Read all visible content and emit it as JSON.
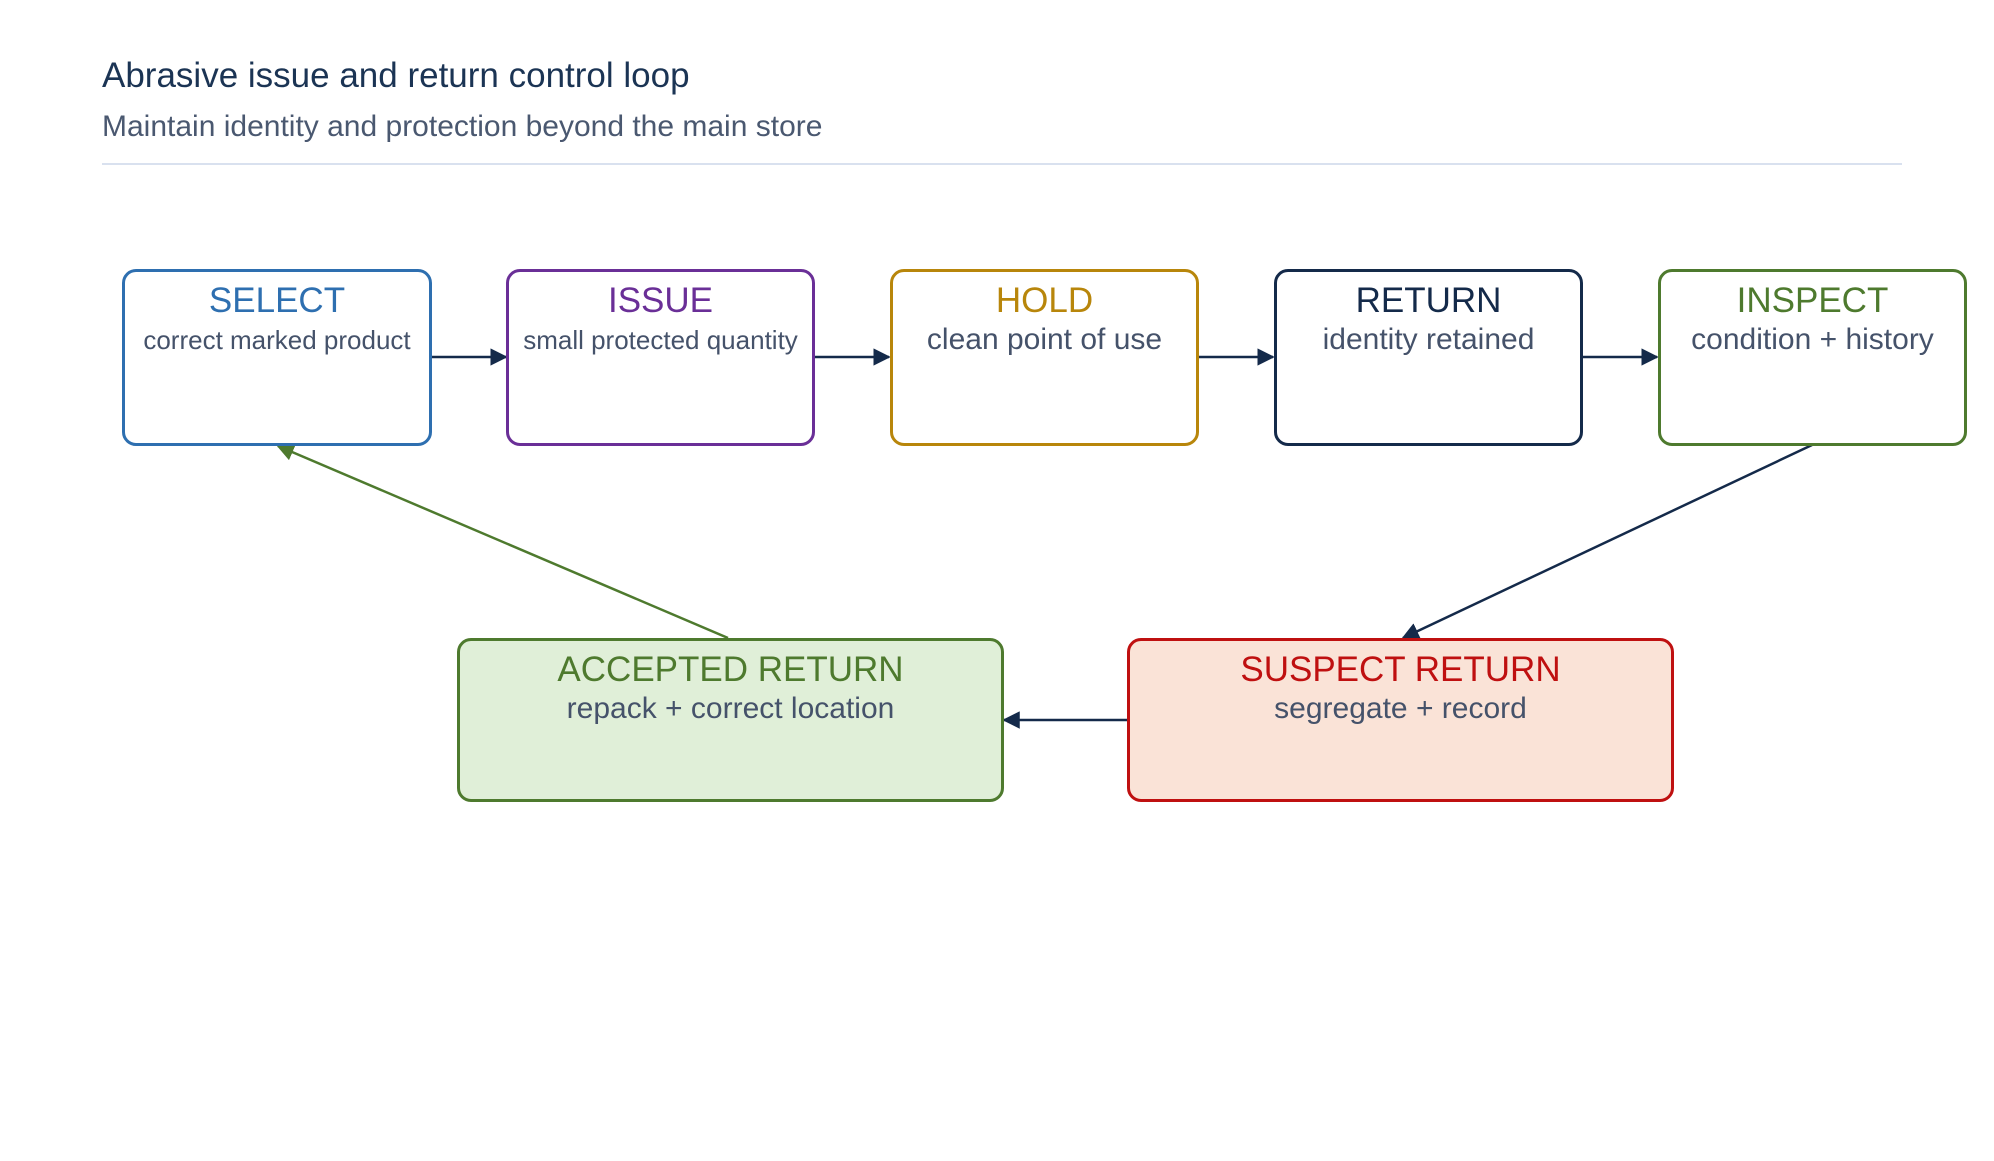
{
  "header": {
    "title": "Abrasive issue and return control loop",
    "subtitle": "Maintain identity and protection beyond the main store"
  },
  "nodes": [
    {
      "id": "select",
      "label": "SELECT",
      "detail": "correct marked product",
      "color": "#2e6fb0",
      "fill": "#ffffff"
    },
    {
      "id": "issue",
      "label": "ISSUE",
      "detail": "small protected quantity",
      "color": "#6a2f97",
      "fill": "#ffffff"
    },
    {
      "id": "hold",
      "label": "HOLD",
      "detail": "clean point of use",
      "color": "#b8860b",
      "fill": "#ffffff"
    },
    {
      "id": "return",
      "label": "RETURN",
      "detail": "identity retained",
      "color": "#142a4a",
      "fill": "#ffffff"
    },
    {
      "id": "inspect",
      "label": "INSPECT",
      "detail": "condition + history",
      "color": "#4e7a2e",
      "fill": "#ffffff"
    },
    {
      "id": "suspect",
      "label": "SUSPECT RETURN",
      "detail": "segregate + record",
      "color": "#bf1010",
      "fill": "#fae3d7"
    },
    {
      "id": "accepted",
      "label": "ACCEPTED RETURN",
      "detail": "repack + correct location",
      "color": "#4e7a2e",
      "fill": "#e0efd8"
    }
  ],
  "edges": [
    {
      "from": "select",
      "to": "issue",
      "color": "#142a4a"
    },
    {
      "from": "issue",
      "to": "hold",
      "color": "#142a4a"
    },
    {
      "from": "hold",
      "to": "return",
      "color": "#142a4a"
    },
    {
      "from": "return",
      "to": "inspect",
      "color": "#142a4a"
    },
    {
      "from": "inspect",
      "to": "suspect",
      "color": "#142a4a"
    },
    {
      "from": "suspect",
      "to": "accepted",
      "color": "#142a4a"
    },
    {
      "from": "accepted",
      "to": "select",
      "color": "#4e7a2e"
    }
  ]
}
